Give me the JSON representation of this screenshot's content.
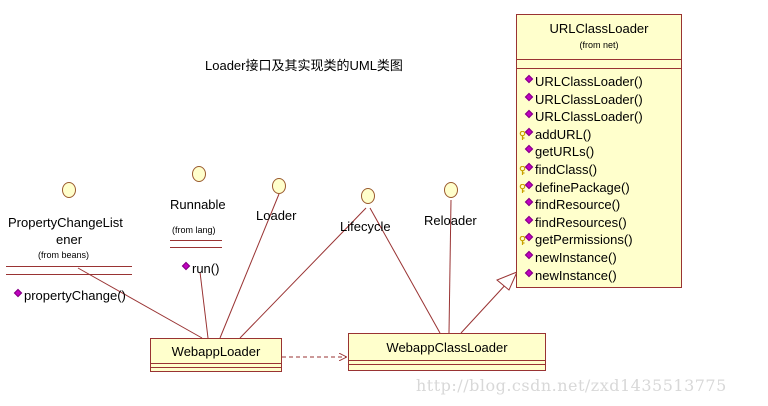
{
  "title": "Loader接口及其实现类的UML类图",
  "url_class_loader": {
    "name": "URLClassLoader",
    "package": "(from net)",
    "operations": [
      {
        "label": "URLClassLoader()",
        "key": false
      },
      {
        "label": "URLClassLoader()",
        "key": false
      },
      {
        "label": "URLClassLoader()",
        "key": false
      },
      {
        "label": "addURL()",
        "key": true
      },
      {
        "label": "getURLs()",
        "key": false
      },
      {
        "label": "findClass()",
        "key": true
      },
      {
        "label": "definePackage()",
        "key": true
      },
      {
        "label": "findResource()",
        "key": false
      },
      {
        "label": "findResources()",
        "key": false
      },
      {
        "label": "getPermissions()",
        "key": true
      },
      {
        "label": "newInstance()",
        "key": false
      },
      {
        "label": "newInstance()",
        "key": false
      }
    ]
  },
  "interfaces": {
    "property_change_listener": {
      "name_line1": "PropertyChangeList",
      "name_line2": "ener",
      "package": "(from beans)",
      "operation": "propertyChange()"
    },
    "runnable": {
      "name": "Runnable",
      "package": "(from lang)",
      "operation": "run()"
    },
    "loader": {
      "name": "Loader"
    },
    "lifecycle": {
      "name": "Lifecycle"
    },
    "reloader": {
      "name": "Reloader"
    }
  },
  "classes": {
    "webapp_loader": {
      "name": "WebappLoader"
    },
    "webapp_class_loader": {
      "name": "WebappClassLoader"
    }
  },
  "watermark": "http://blog.csdn.net/zxd1435513775",
  "colors": {
    "class_fill": "#ffffcc",
    "class_border": "#993333",
    "line": "#993333",
    "visibility_marker": "#c000c0",
    "key_marker": "#c8a000"
  }
}
